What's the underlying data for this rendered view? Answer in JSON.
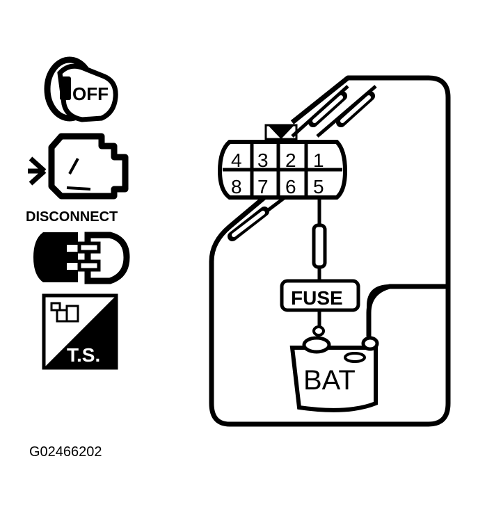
{
  "icons": {
    "ignition_key_text": "OFF",
    "disconnect_label": "DISCONNECT",
    "test_symbol_text": "T.S."
  },
  "connector": {
    "pins_top": [
      "4",
      "3",
      "2",
      "1"
    ],
    "pins_bottom": [
      "8",
      "7",
      "6",
      "5"
    ]
  },
  "fuse_label": "FUSE",
  "battery_label": "BAT",
  "figure_id": "G02466202"
}
